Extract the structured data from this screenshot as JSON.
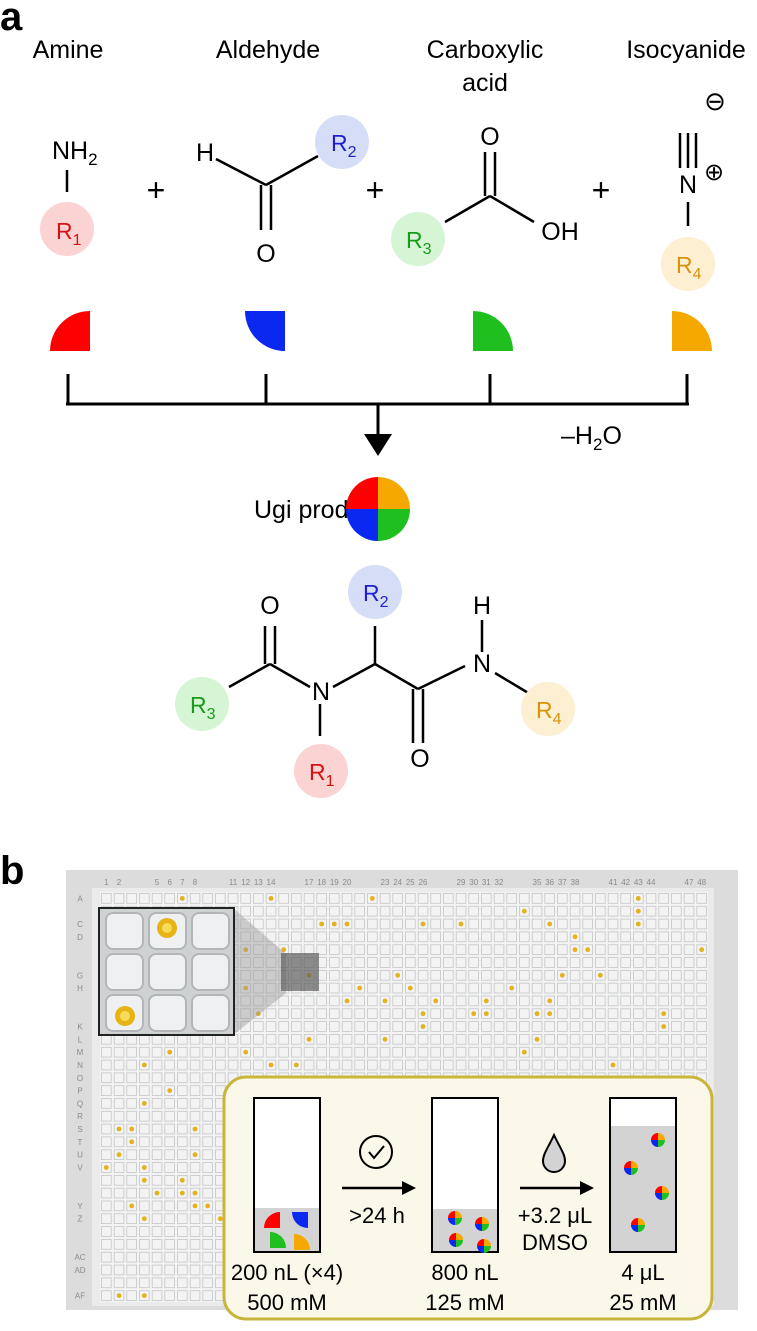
{
  "panel_a": {
    "label": "a",
    "reagents": {
      "amine": "Amine",
      "aldehyde": "Aldehyde",
      "carboxylic_line1": "Carboxylic",
      "carboxylic_line2": "acid",
      "isocyanide": "Isocyanide"
    },
    "atoms": {
      "nh": "NH",
      "sub2": "2",
      "h": "H",
      "o": "O",
      "oh": "OH",
      "n": "N",
      "minus": "⊖",
      "plus": "⊕",
      "plus_sign": "+",
      "r": "R",
      "one": "1",
      "two": "2",
      "three": "3",
      "four": "4"
    },
    "byproduct_prefix": "–H",
    "byproduct_sub": "2",
    "byproduct_suffix": "O",
    "product_label": "Ugi product"
  },
  "panel_b": {
    "label": "b",
    "plate_columns": [
      "1",
      "2",
      "5",
      "6",
      "7",
      "8",
      "11",
      "12",
      "13",
      "14",
      "17",
      "18",
      "19",
      "20",
      "23",
      "24",
      "25",
      "26",
      "29",
      "30",
      "31",
      "32",
      "35",
      "36",
      "37",
      "38",
      "41",
      "42",
      "43",
      "44",
      "47",
      "48"
    ],
    "plate_rows": [
      "A",
      "C",
      "D",
      "G",
      "H",
      "K",
      "L",
      "M",
      "N",
      "O",
      "P",
      "Q",
      "R",
      "S",
      "T",
      "U",
      "V",
      "Y",
      "Z",
      "AC",
      "AD",
      "AF"
    ],
    "steps": [
      {
        "volume": "200 nL (×4)",
        "concentration": "500 mM"
      },
      {
        "volume": "800 nL",
        "concentration": "125 mM"
      },
      {
        "volume": "4 μL",
        "concentration": "25 mM"
      }
    ],
    "arrow1_label": ">24 h",
    "arrow2_label_line1": "+3.2 μL",
    "arrow2_label_line2": "DMSO",
    "icons": [
      "clock-icon",
      "droplet-icon"
    ]
  },
  "colors": {
    "r1": "#ff0000",
    "r2": "#0a28f0",
    "r3": "#1fbf1f",
    "r4": "#f5a800",
    "r1_light": "#fcd3d3",
    "r2_light": "#d6ddf6",
    "r3_light": "#d5f5d5",
    "r4_light": "#fdf0d2",
    "r1_text": "#d21414",
    "r2_text": "#1f1fcf",
    "r3_text": "#1a9b1a",
    "r4_text": "#d9920a",
    "box_border": "#c9b43c",
    "box_fill": "#fbf8ea",
    "liquid": "#d3d3d3",
    "well_dot": "#e3b21c"
  }
}
